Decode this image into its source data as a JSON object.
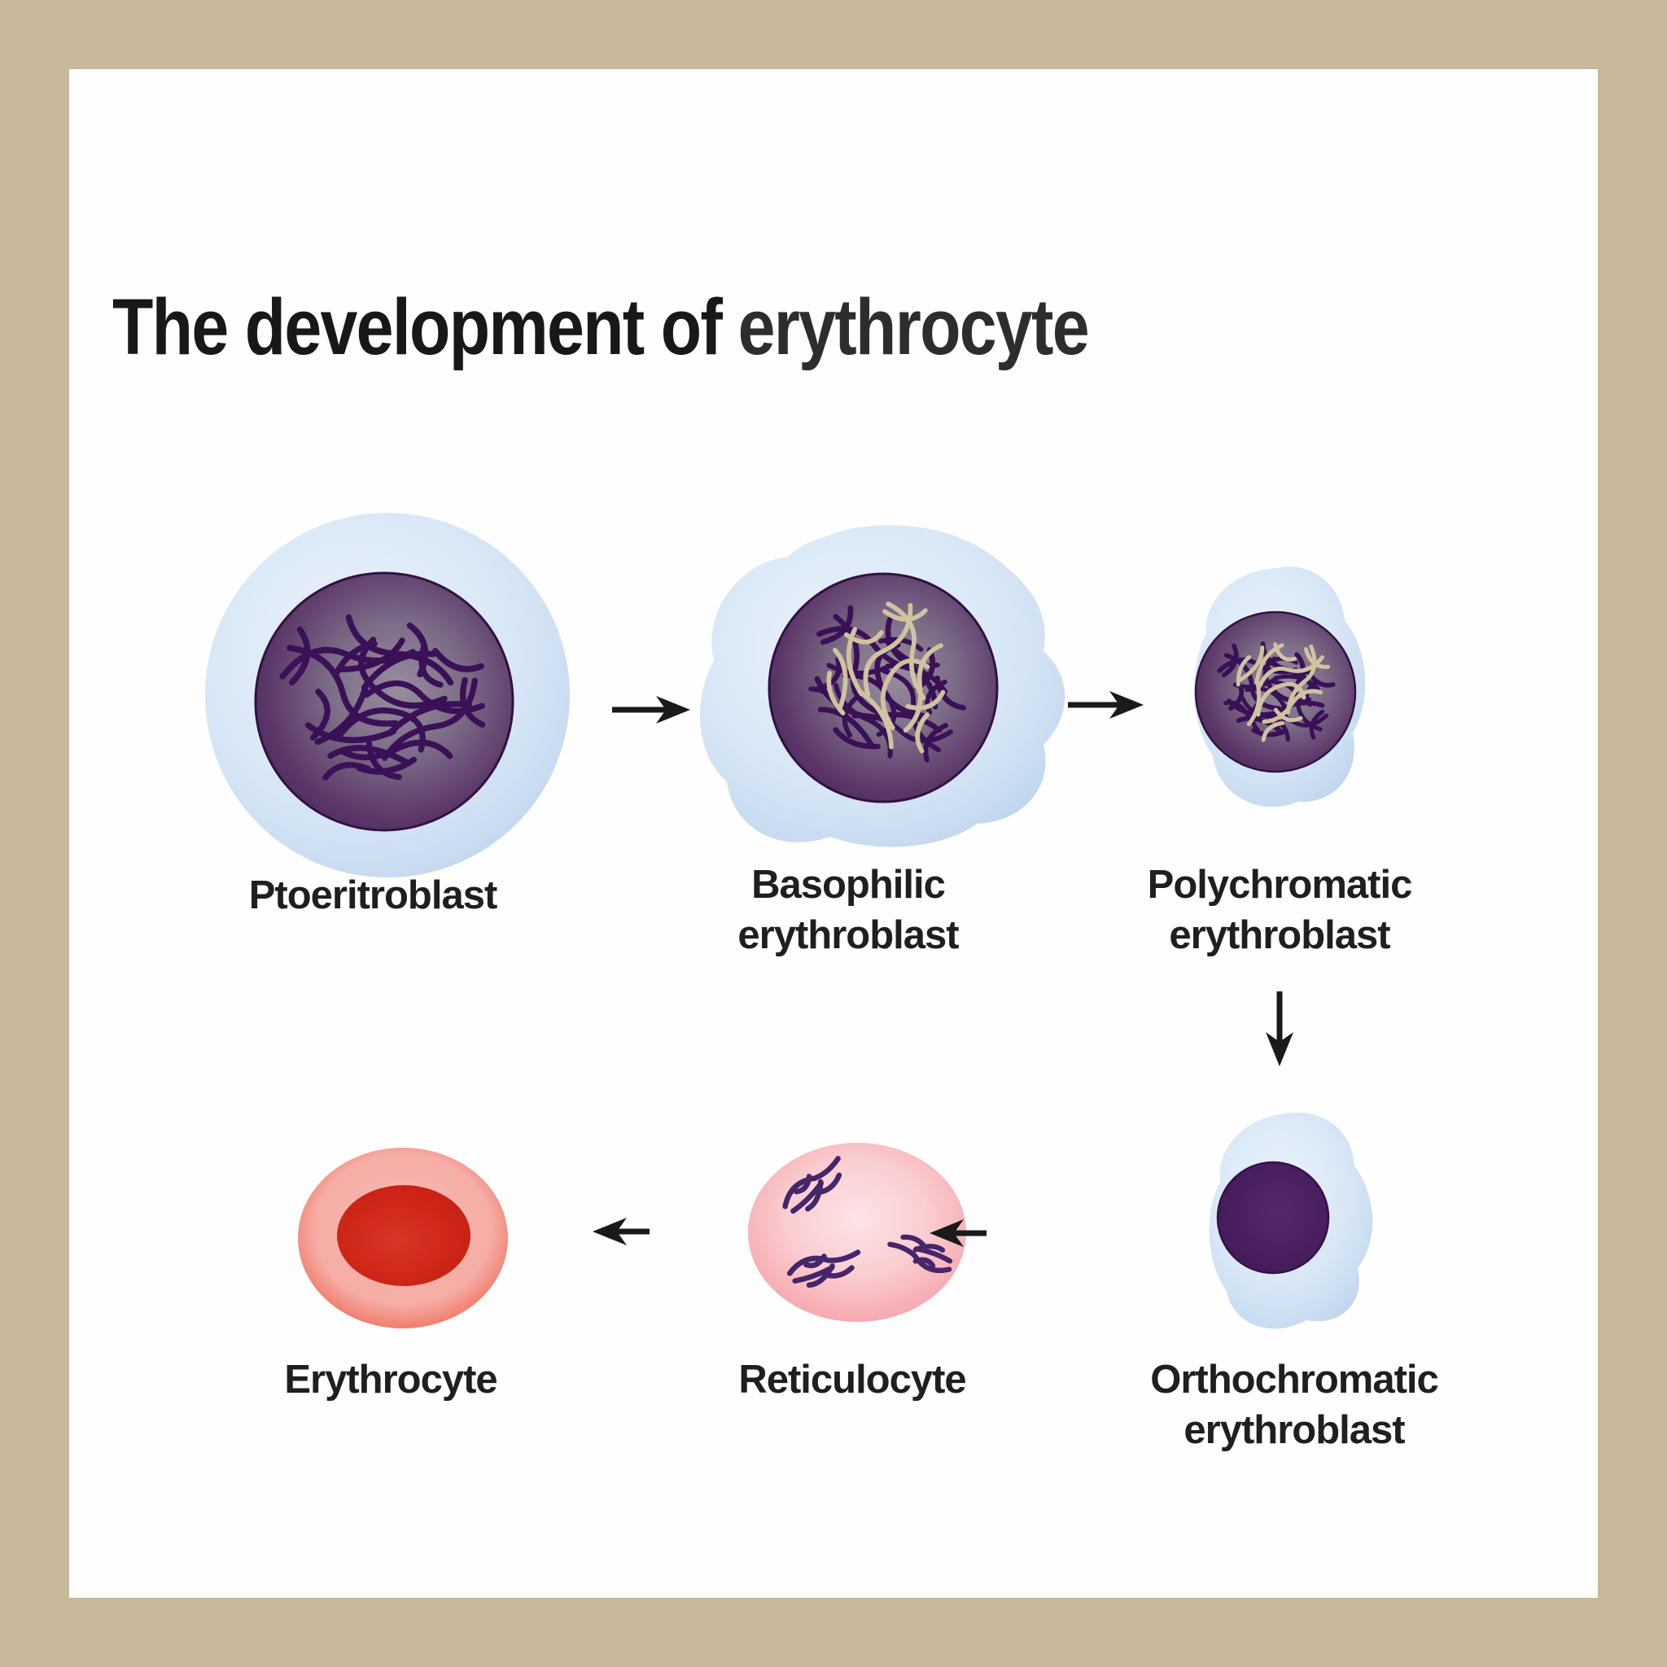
{
  "title": {
    "prefix": "The development of",
    "highlight": "erythrocyte",
    "full_text": "The development of erythrocyte"
  },
  "stages": [
    {
      "key": "ptoeritroblast",
      "label_line1": "Ptoeritroblast",
      "label_line2": ""
    },
    {
      "key": "basophilic-erythroblast",
      "label_line1": "Basophilic",
      "label_line2": "erythroblast"
    },
    {
      "key": "polychromatic-erythroblast",
      "label_line1": "Polychromatic",
      "label_line2": "erythroblast"
    },
    {
      "key": "orthochromatic-erythroblast",
      "label_line1": "Orthochromatic",
      "label_line2": "erythroblast"
    },
    {
      "key": "reticulocyte",
      "label_line1": "Reticulocyte",
      "label_line2": ""
    },
    {
      "key": "erythrocyte",
      "label_line1": "Erythrocyte",
      "label_line2": ""
    }
  ],
  "arrows": [
    {
      "from": "Ptoeritroblast",
      "to": "Basophilic erythroblast",
      "direction": "right"
    },
    {
      "from": "Basophilic erythroblast",
      "to": "Polychromatic erythroblast",
      "direction": "right"
    },
    {
      "from": "Polychromatic erythroblast",
      "to": "Orthochromatic erythroblast",
      "direction": "down"
    },
    {
      "from": "Orthochromatic erythroblast",
      "to": "Reticulocyte",
      "direction": "left"
    },
    {
      "from": "Reticulocyte",
      "to": "Erythrocyte",
      "direction": "left"
    }
  ],
  "colors": {
    "frame_tan": "#c9b99c",
    "panel_white": "#fefefe",
    "title_text": "#181818",
    "membrane_blue": "#cde0f3",
    "nucleus_purple": "#46224f",
    "chromatin_dark_purple": "#3a1156",
    "chromatin_tan": "#cfc3a0",
    "reticulocyte_pink": "#f5a9af",
    "erythrocyte_red": "#d02a1b",
    "arrow_black": "#1a1a1a"
  }
}
